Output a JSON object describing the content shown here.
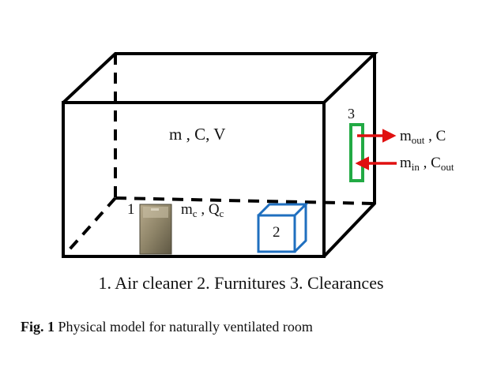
{
  "room": {
    "params": {
      "base": "m , C, V"
    }
  },
  "air_cleaner": {
    "number": "1",
    "params": {
      "m": "m",
      "m_sub": "c",
      "sep": " , ",
      "q": "Q",
      "q_sub": "c"
    }
  },
  "furniture": {
    "number": "2"
  },
  "clearance": {
    "number": "3",
    "outflow": {
      "m": "m",
      "m_sub": "out",
      "sep": " , ",
      "c": "C"
    },
    "inflow": {
      "m": "m",
      "m_sub": "in",
      "sep": " , ",
      "c": "C",
      "c_sub": "out"
    }
  },
  "legend": "1. Air cleaner 2. Furnitures 3. Clearances",
  "caption": {
    "label": "Fig. 1",
    "text": "Physical model for naturally ventilated room"
  },
  "colors": {
    "edges": "#000000",
    "furniture": "#1f6fbf",
    "clearance": "#22aa44",
    "arrows": "#e01010"
  }
}
